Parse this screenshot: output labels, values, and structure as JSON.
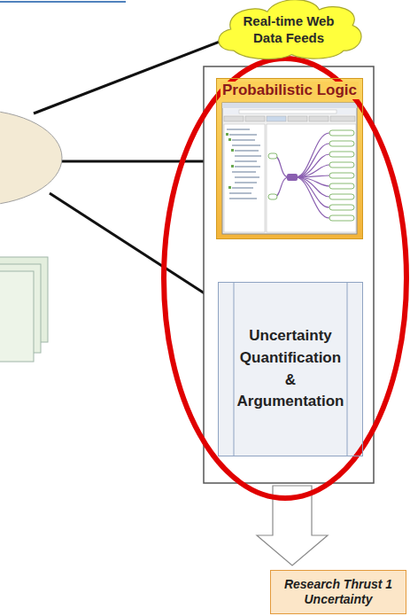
{
  "diagram": {
    "nodes": [
      {
        "text": [
          "Real-time Web Data Feeds"
        ]
      },
      {
        "text": [
          "Probabilistic Logic"
        ]
      },
      {
        "text": [
          "Uncertainty Quantification & Argumentation"
        ]
      },
      {
        "text": [
          "Research Thrust 1 Uncertainty"
        ]
      }
    ]
  }
}
